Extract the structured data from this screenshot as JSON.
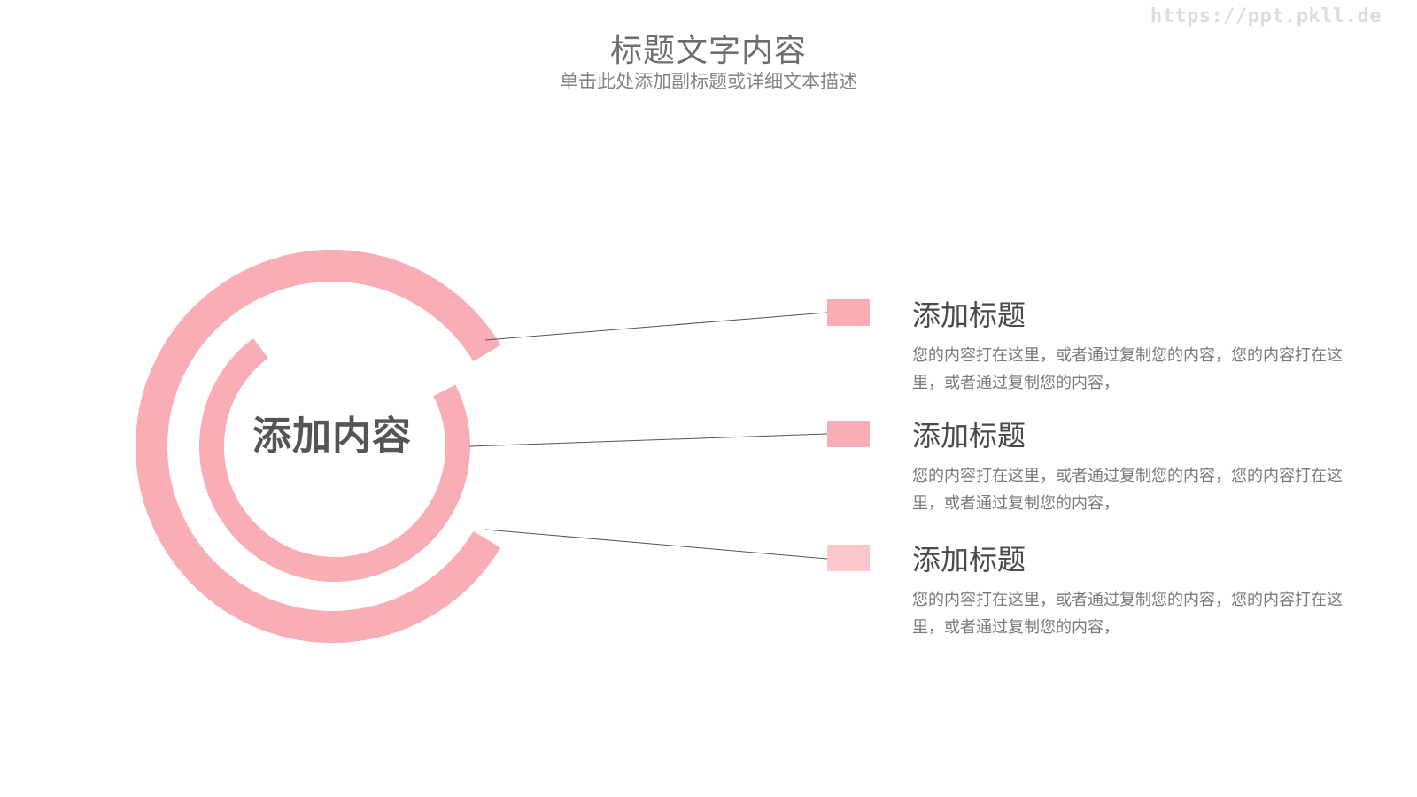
{
  "watermark": "https://ppt.pkll.de",
  "header": {
    "title": "标题文字内容",
    "subtitle": "单击此处添加副标题或详细文本描述"
  },
  "center": {
    "label": "添加内容"
  },
  "colors": {
    "ring": "#f9aeb5",
    "marker_1": "#f9aeb5",
    "marker_2": "#f9aeb5",
    "marker_3": "#fbc7cb",
    "line": "#555555",
    "title_text": "#6d6d6d",
    "body_text": "#7a7a7a"
  },
  "items": [
    {
      "title": "添加标题",
      "desc": "您的内容打在这里，或者通过复制您的内容，您的内容打在这里，或者通过复制您的内容，"
    },
    {
      "title": "添加标题",
      "desc": "您的内容打在这里，或者通过复制您的内容，您的内容打在这里，或者通过复制您的内容，"
    },
    {
      "title": "添加标题",
      "desc": "您的内容打在这里，或者通过复制您的内容，您的内容打在这里，或者通过复制您的内容，"
    }
  ]
}
